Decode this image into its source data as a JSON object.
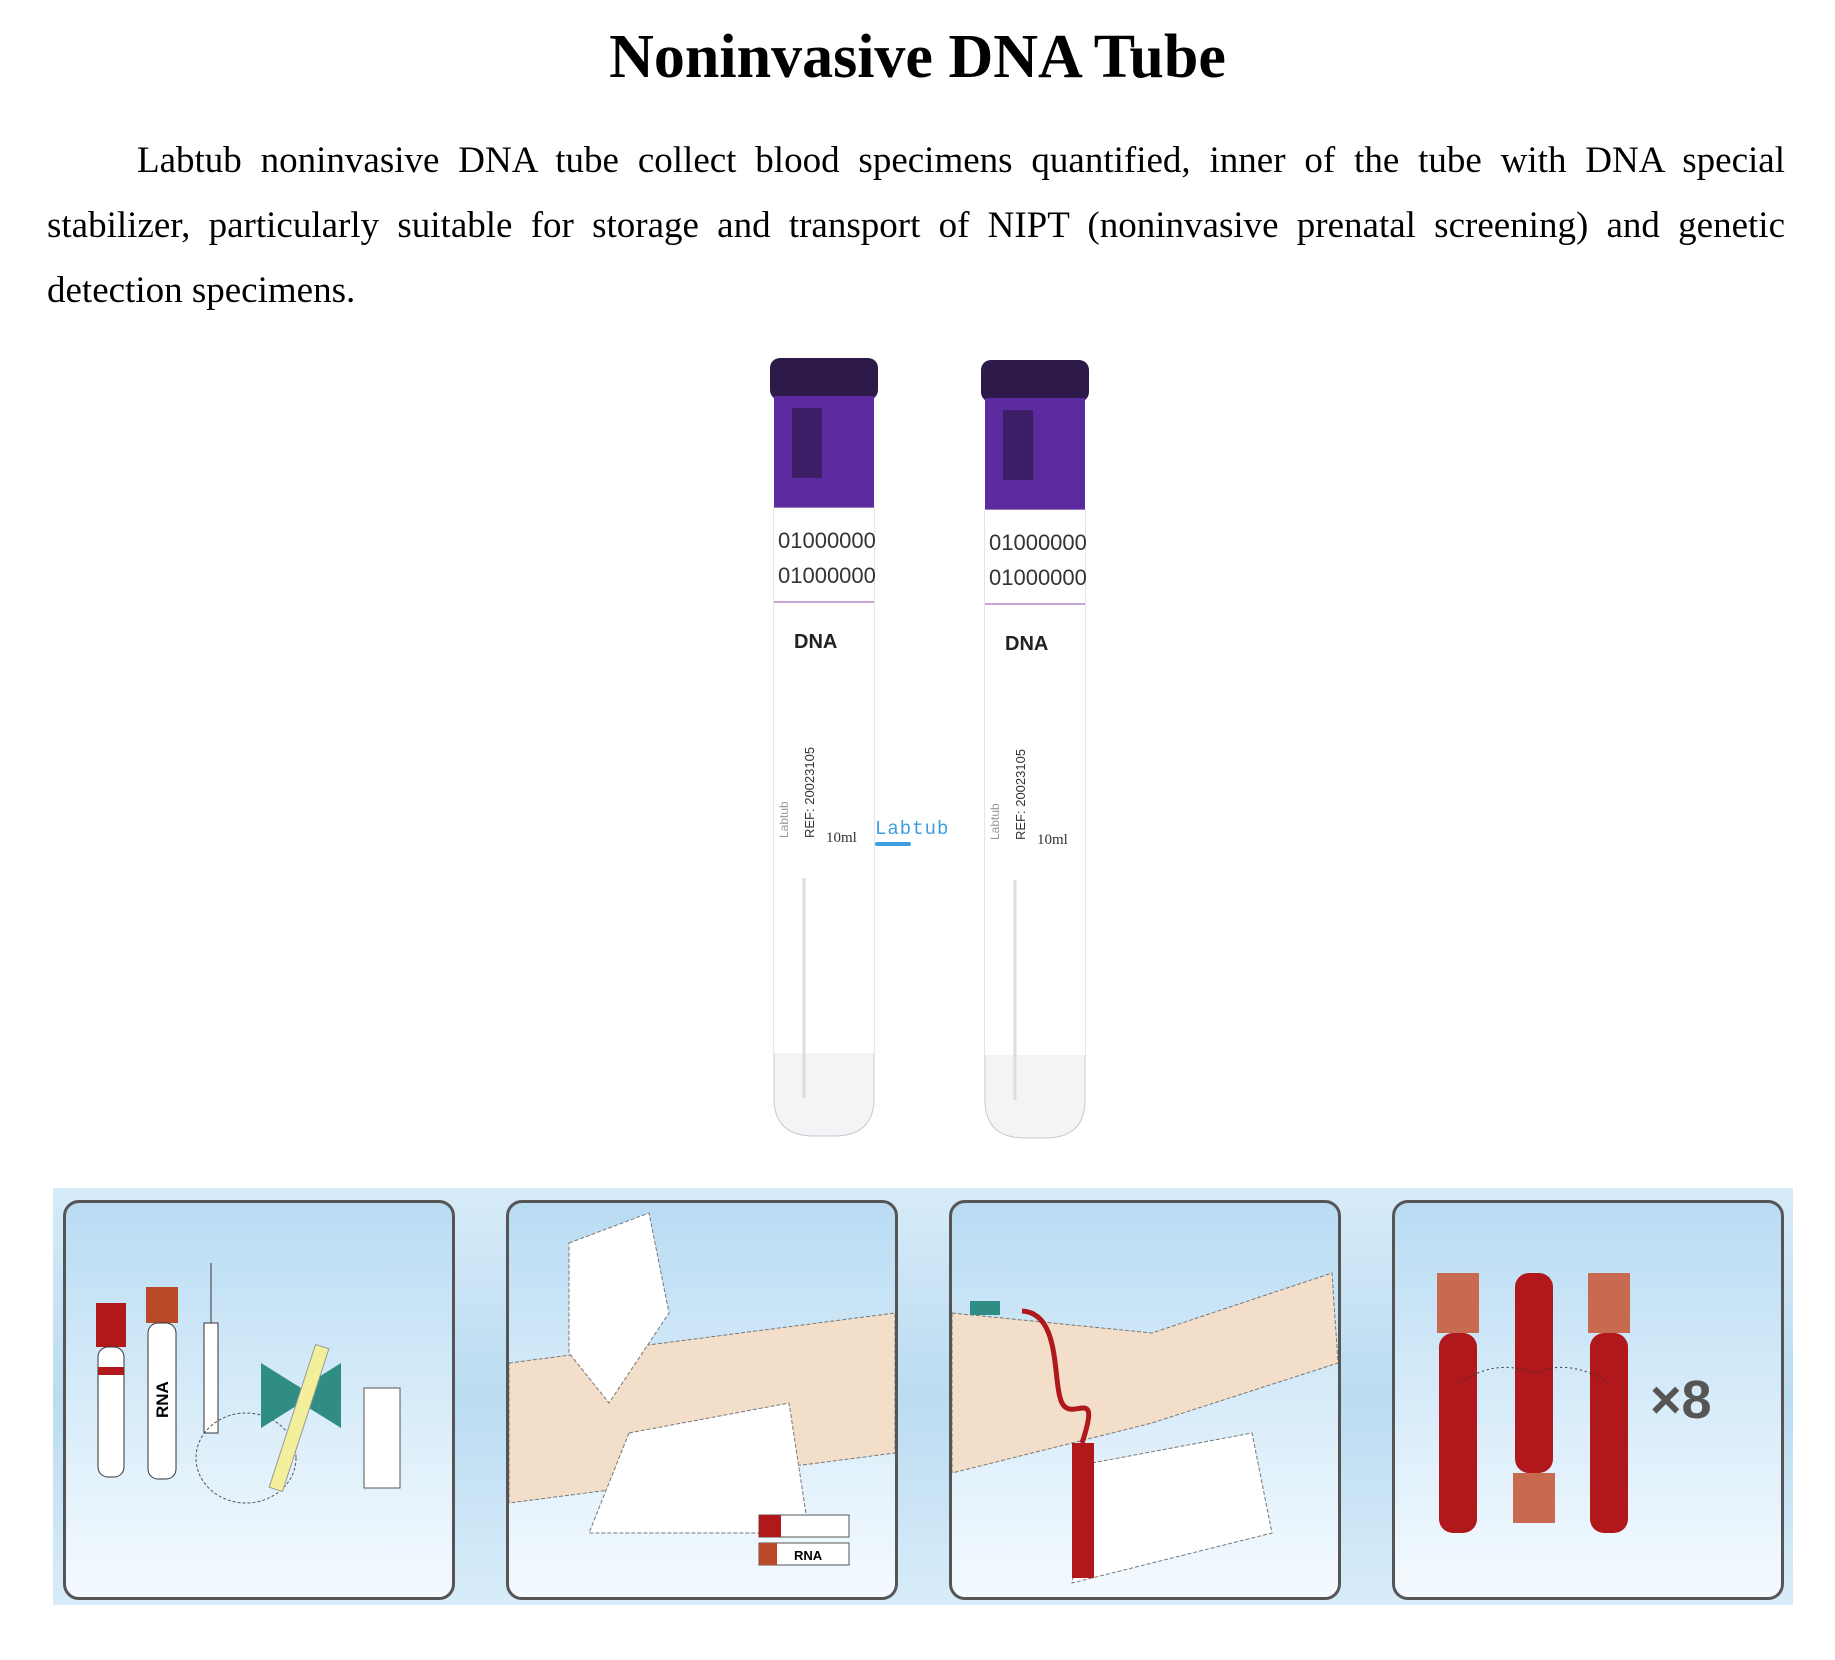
{
  "header": {
    "title": "Noninvasive DNA Tube"
  },
  "description": "Labtub noninvasive DNA tube collect blood specimens quantified, inner of the tube with DNA special stabilizer, particularly suitable for storage and transport of NIPT (noninvasive prenatal screening) and genetic detection specimens.",
  "product_image": {
    "tubes": [
      {
        "code1": "01000000",
        "code2": "01000000",
        "type": "DNA",
        "ref": "REF: 20023105",
        "volume": "10ml",
        "brand": "Labtub"
      },
      {
        "code1": "01000000",
        "code2": "01000000",
        "type": "DNA",
        "ref": "REF: 20023105",
        "volume": "10ml",
        "brand": "Labtub"
      }
    ],
    "watermark_logo": "Labtub",
    "colors": {
      "cap": "#5b2a9e",
      "cap_dark": "#2a1640"
    }
  },
  "instructions": {
    "panel1_label": "RNA",
    "panel2_label": "RNA",
    "panel4_multiplier": "×8",
    "colors": {
      "blood": "#c0141a",
      "skin": "#f3dfc9",
      "wing": "#2f8d84"
    }
  }
}
